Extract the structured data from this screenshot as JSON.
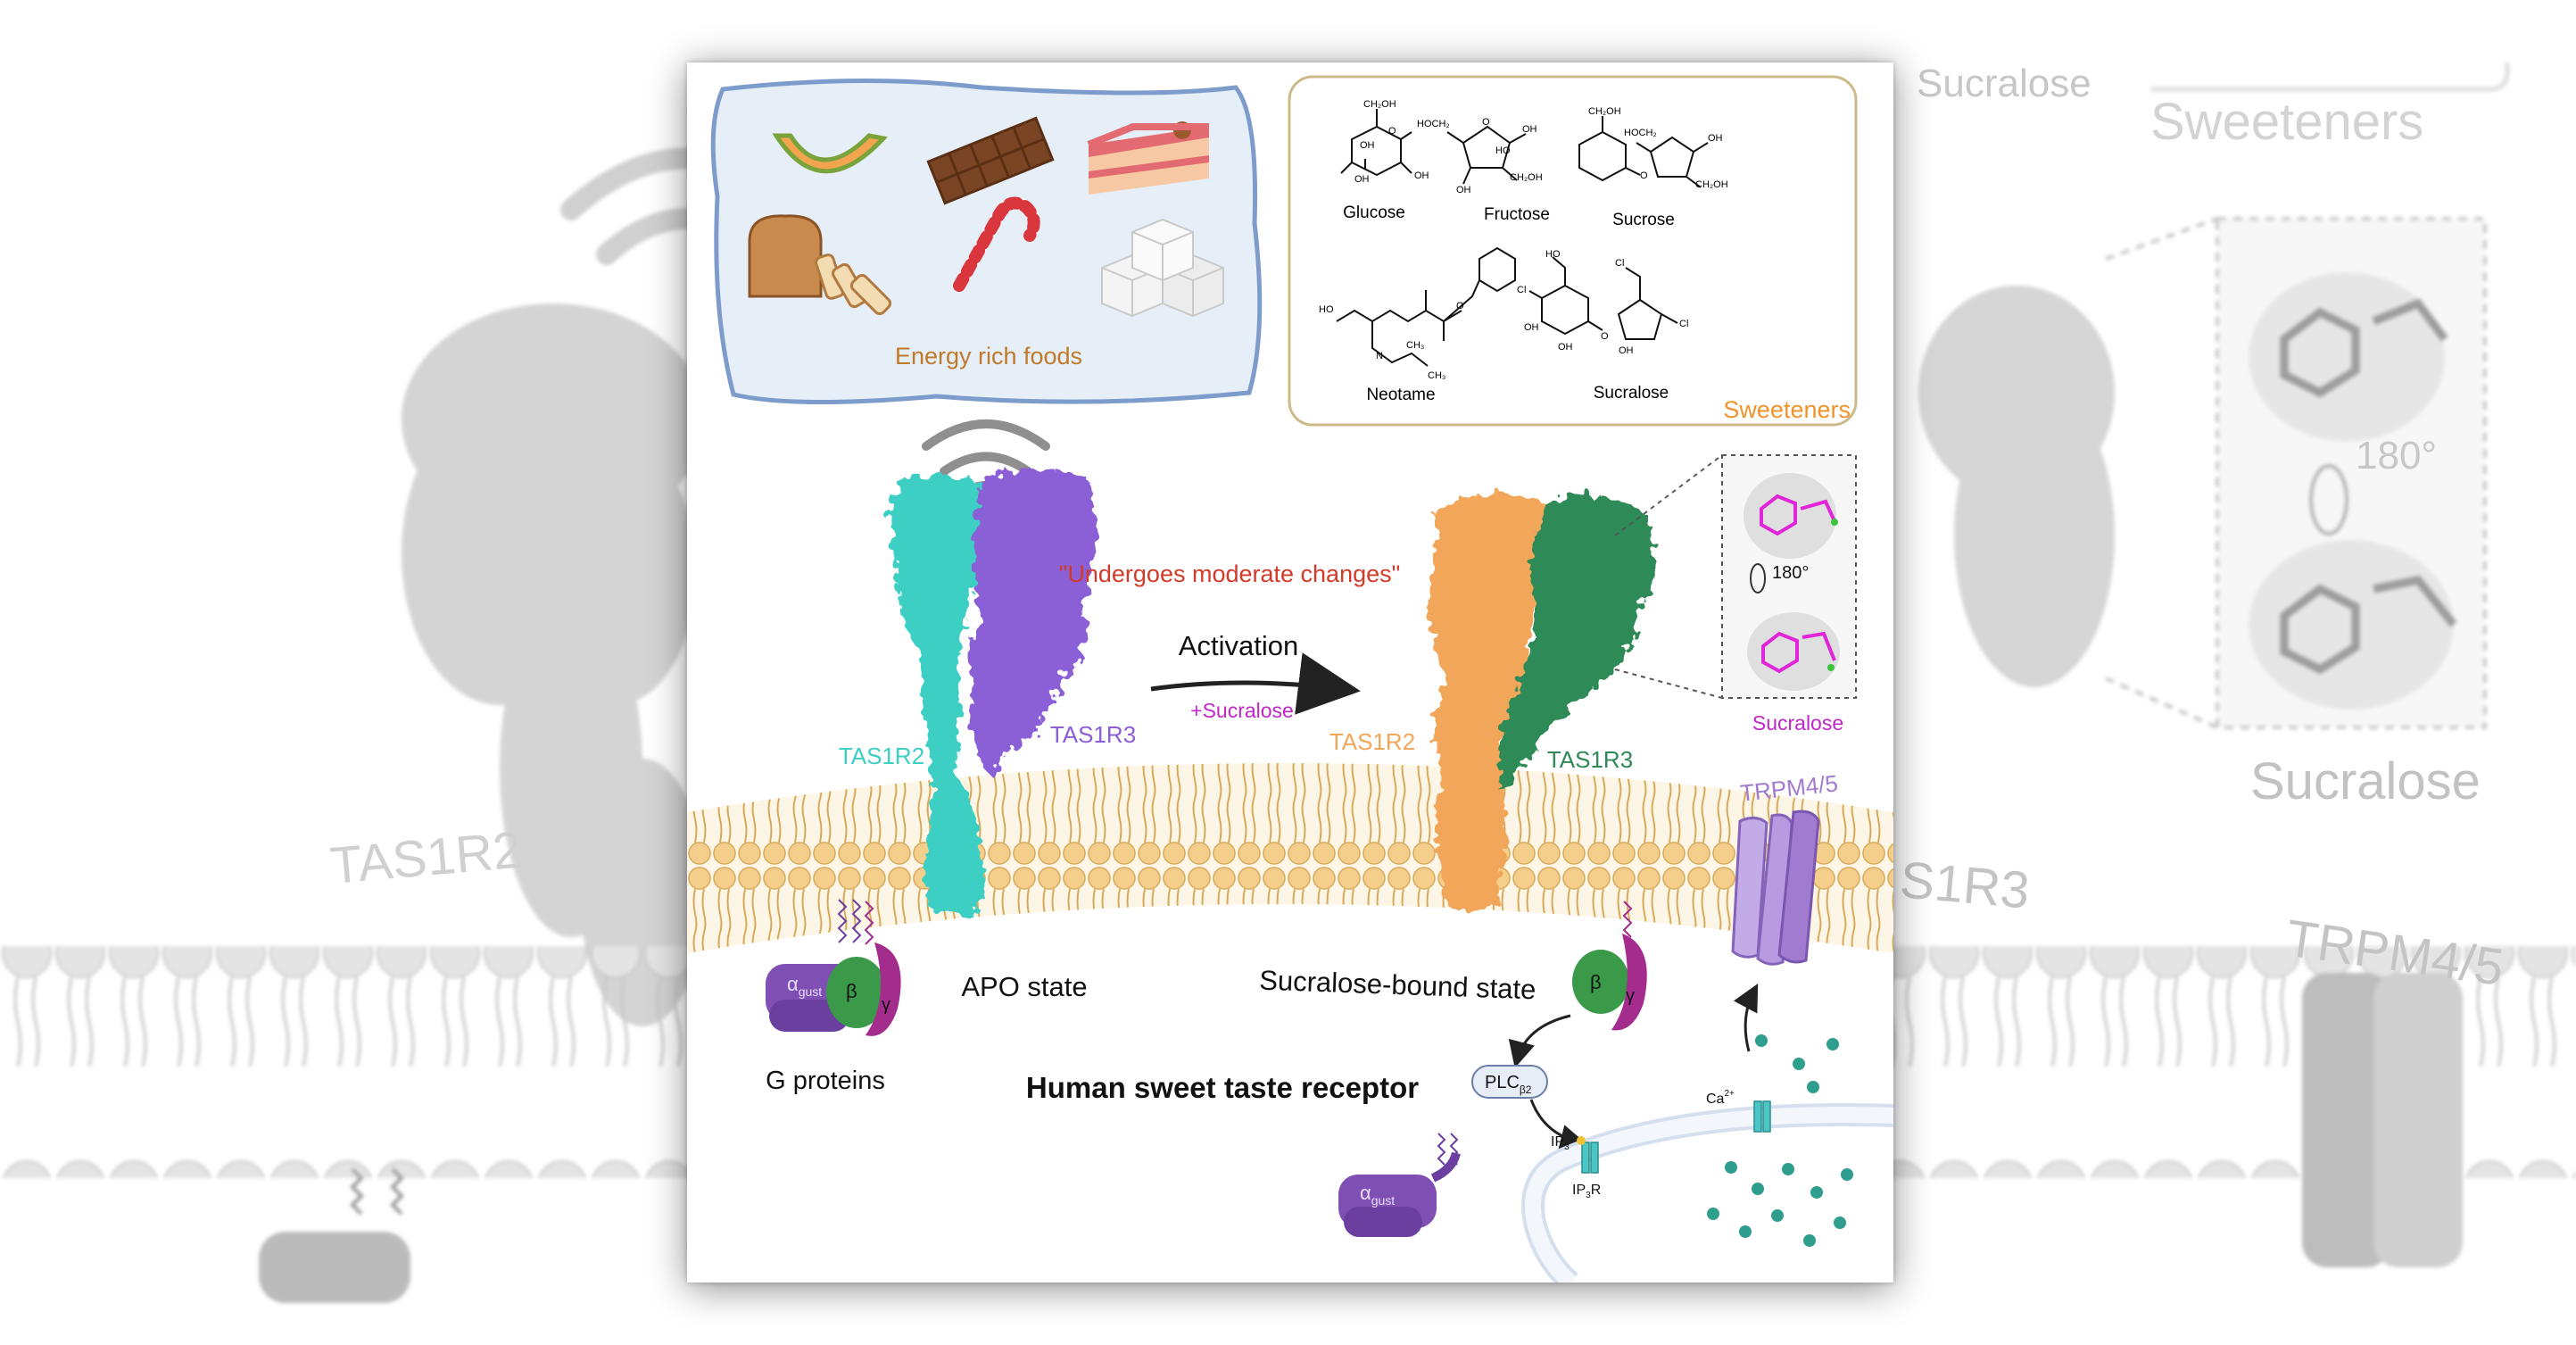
{
  "foods": {
    "label": "Energy rich foods",
    "items": [
      "melon-icon",
      "chocolate-bar-icon",
      "cake-slice-icon",
      "bread-loaf-icon",
      "candy-cane-icon",
      "sugar-cubes-icon"
    ]
  },
  "sweeteners": {
    "title": "Sweeteners",
    "molecules": [
      "Glucose",
      "Fructose",
      "Sucrose",
      "Neotame",
      "Sucralose"
    ],
    "atom_labels": {
      "ch2oh": "CH₂OH",
      "hoch2": "HOCH₂",
      "oh": "OH",
      "ho": "HO",
      "o": "O",
      "cl": "Cl",
      "h": "H",
      "n": "N",
      "ch3": "CH₃"
    }
  },
  "receptor": {
    "annotation": "\"Undergoes moderate changes\"",
    "arrow_label": "Activation",
    "arrow_sublabel": "+Sucralose",
    "apo": {
      "sub1": "TAS1R2",
      "sub2": "TAS1R3",
      "state": "APO state"
    },
    "bound": {
      "sub1": "TAS1R2",
      "sub2": "TAS1R3",
      "state": "Sucralose-bound state"
    },
    "ligand_label": "Sucralose",
    "rotation": "180°",
    "channel": "TRPM4/5"
  },
  "signaling": {
    "g_proteins": "G proteins",
    "alpha": "α",
    "alpha_sub": "gust",
    "beta": "β",
    "gamma": "γ",
    "plc": "PLC",
    "plc_sub": "β2",
    "ip3": "IP",
    "ip3_sub": "3",
    "ip3r": "IP",
    "ip3r_sub": "3",
    "ip3r_tail": "R",
    "ca": "Ca",
    "ca_sup": "2+"
  },
  "title": "Human sweet taste receptor",
  "background": {
    "sucralose_top": "Sucralose",
    "sweeteners": "Sweeteners",
    "sucralose": "Sucralose",
    "rotation": "180°",
    "tas1r2": "TAS1R2",
    "tas1r3_partial": "S1R3",
    "trpm": "TRPM4/5"
  },
  "colors": {
    "tas1r2_apo": "#3ccfc4",
    "tas1r3_apo": "#8b5fd6",
    "tas1r2_bound": "#f2a65a",
    "tas1r3_bound": "#2f8a57",
    "annotation": "#d23a2a",
    "sucralose": "#c026c8",
    "sweeteners_title": "#f0932b",
    "food_panel_fill": "#e6eef8",
    "food_panel_stroke": "#7d9ccc",
    "lipid_head": "#f4cf8c",
    "trpm": "#a07bd0",
    "g_alpha": "#7f4fb4",
    "g_beta": "#3a9a4a",
    "g_gamma": "#a32c8c"
  }
}
